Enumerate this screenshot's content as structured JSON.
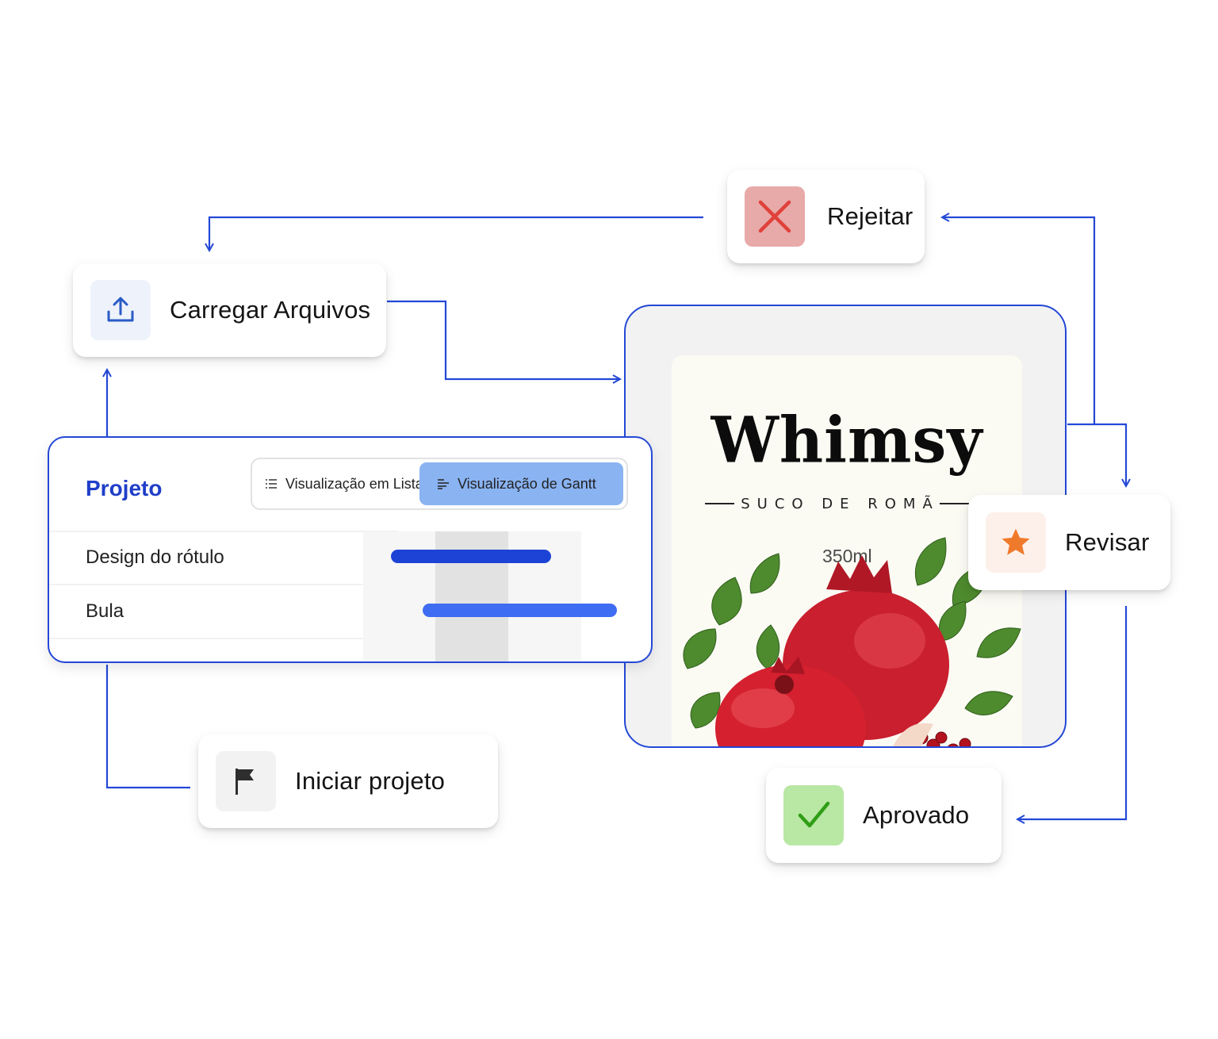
{
  "nodes": {
    "upload": {
      "label": "Carregar Arquivos",
      "icon": "upload-icon"
    },
    "reject": {
      "label": "Rejeitar",
      "icon": "x-mark-icon"
    },
    "review": {
      "label": "Revisar",
      "icon": "star-icon"
    },
    "approved": {
      "label": "Aprovado",
      "icon": "checkmark-icon"
    },
    "start": {
      "label": "Iniciar projeto",
      "icon": "flag-icon"
    }
  },
  "project": {
    "title": "Projeto",
    "views": [
      {
        "label": "Visualização em Lista",
        "icon": "list-icon",
        "selected": false
      },
      {
        "label": "Visualização de Gantt",
        "icon": "gantt-icon",
        "selected": true
      }
    ],
    "tasks": [
      {
        "name": "Design do rótulo"
      },
      {
        "name": "Bula"
      }
    ]
  },
  "product_label": {
    "brand": "Whimsy",
    "subtitle": "SUCO DE ROMÃ",
    "volume": "350ml",
    "image": "pomegranate-illustration"
  },
  "colors": {
    "connector": "#2448d6",
    "accent_blue": "#1f3ec9",
    "reject_bg": "#e8a9a9",
    "reject_icon": "#e0413a",
    "approved_bg": "#b9e7a4",
    "approved_icon": "#2f9e16",
    "review_icon": "#f07a2b",
    "gantt_selected_bg": "#8ab3f2",
    "gantt_bar_1": "#1c43d6",
    "gantt_bar_2": "#3e6cf2"
  }
}
